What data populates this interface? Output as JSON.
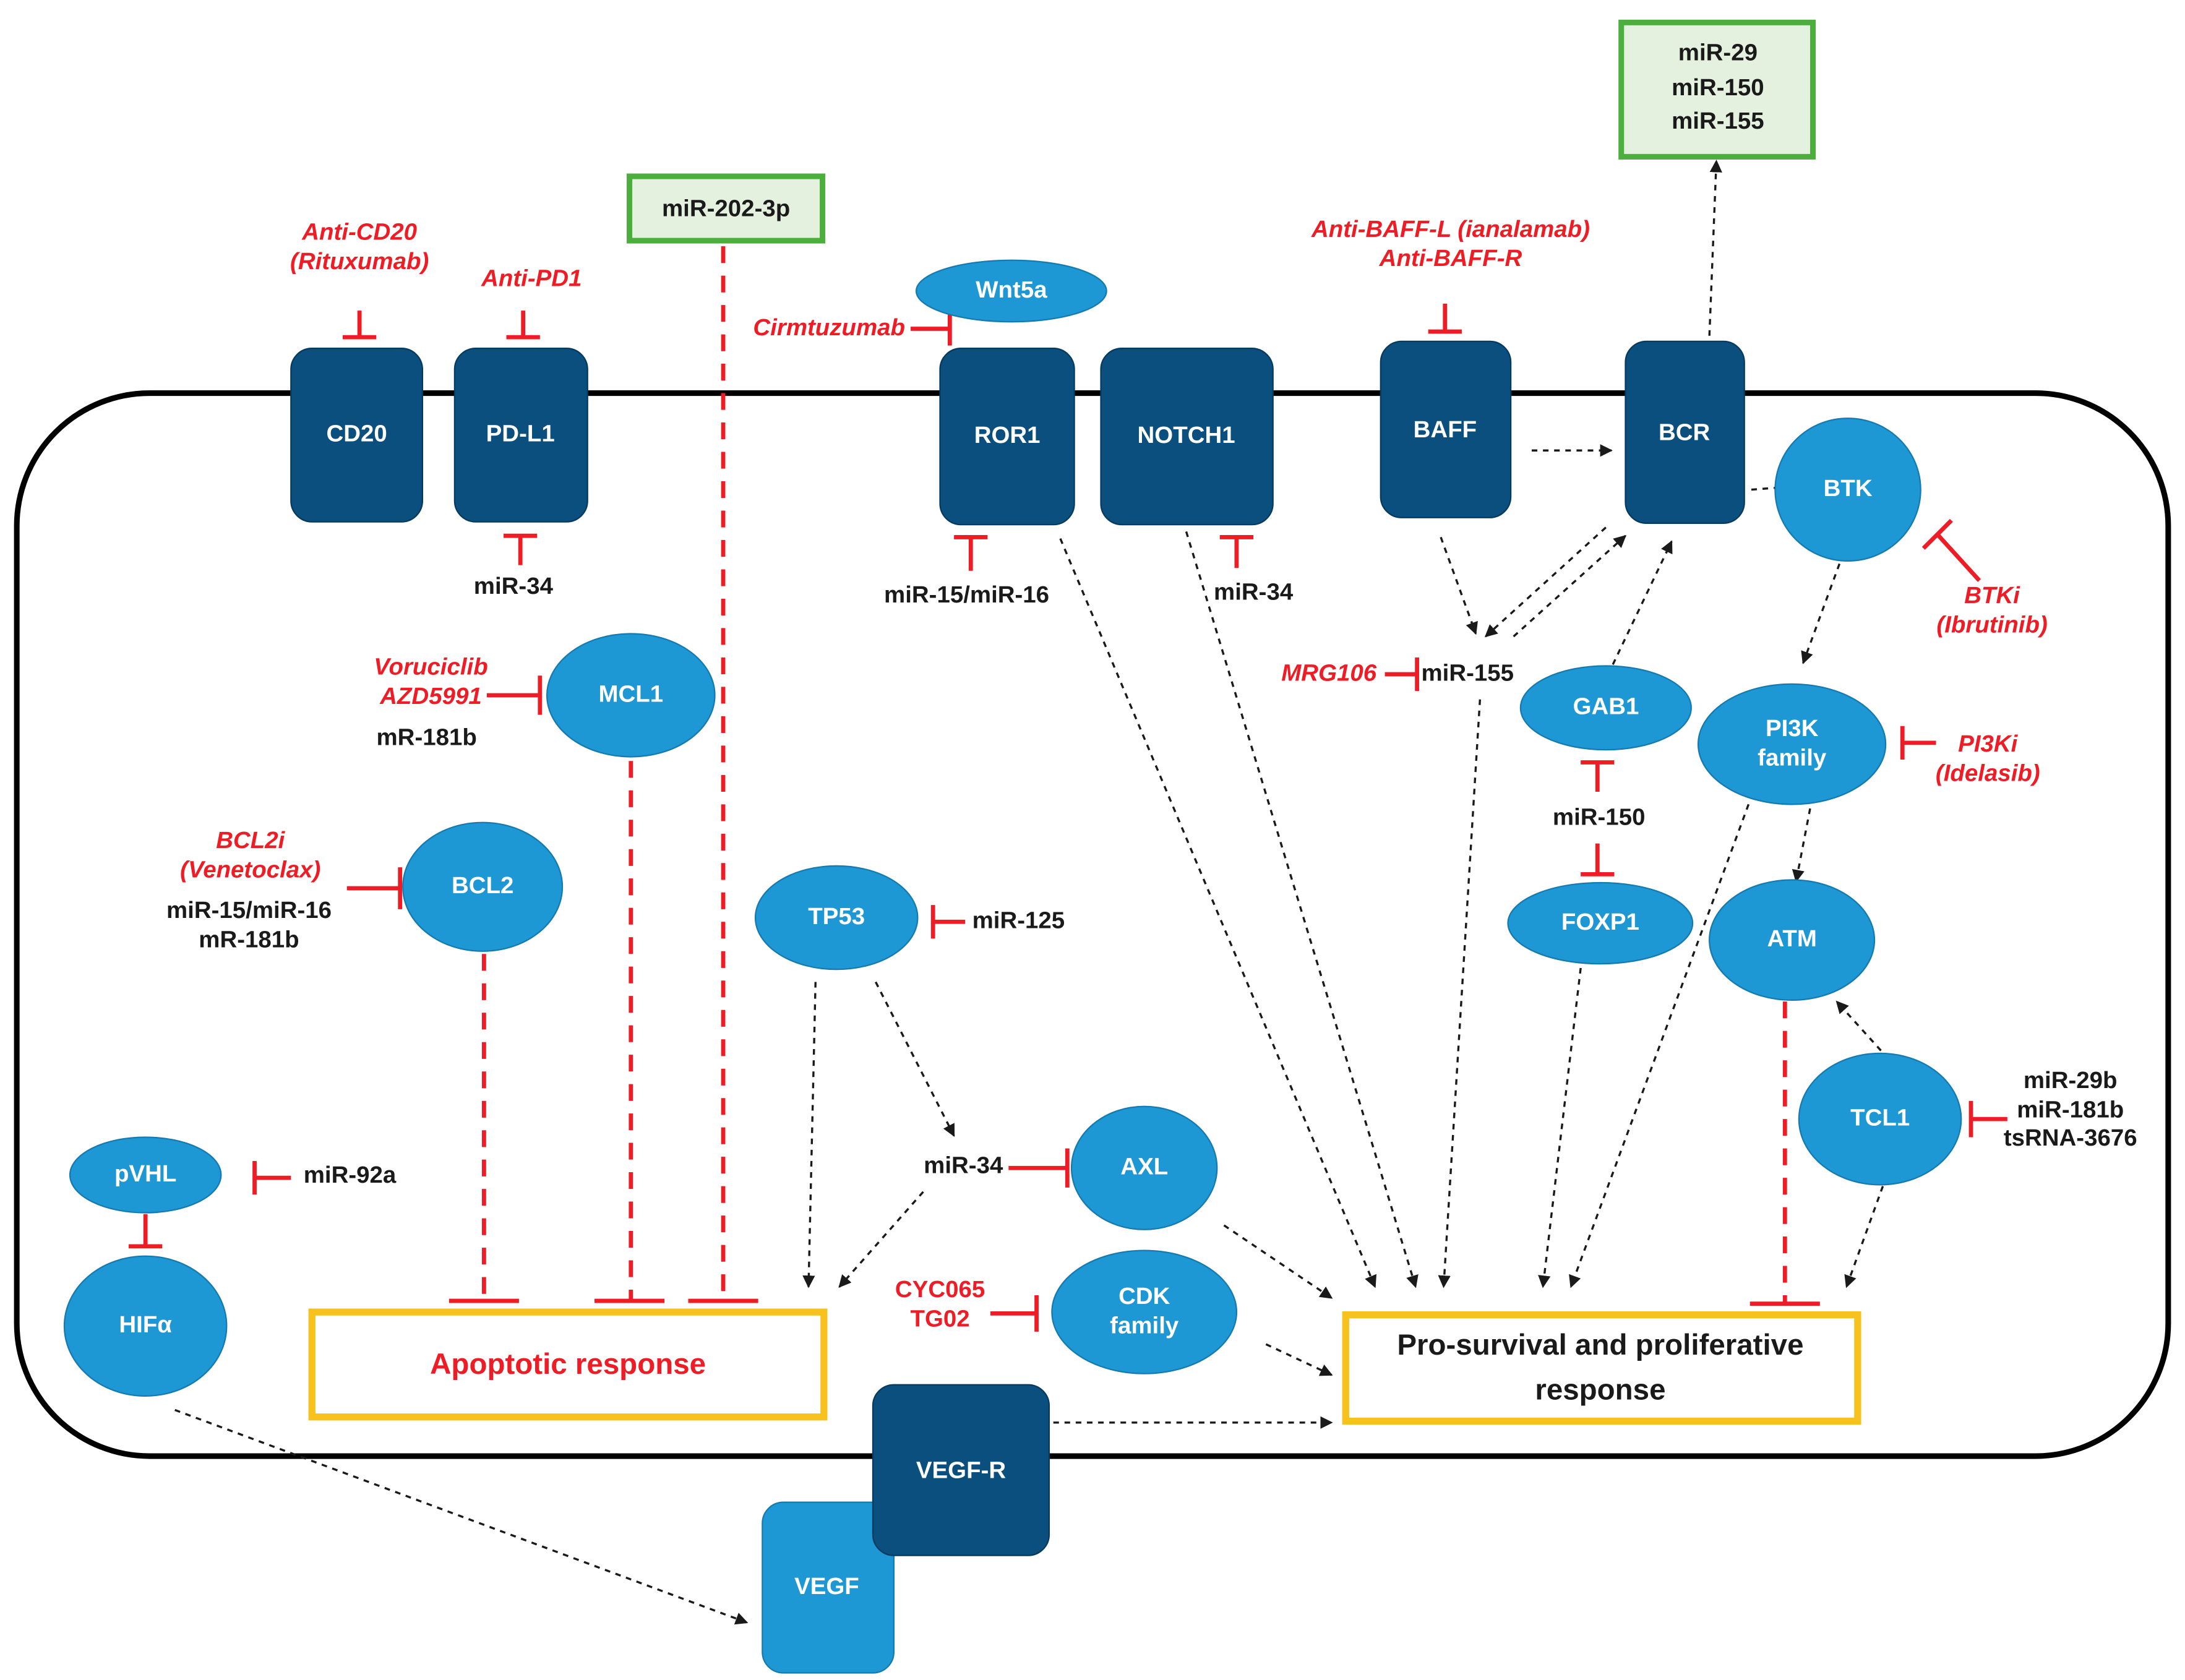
{
  "colors": {
    "dark_node": "#0a4f7e",
    "light_node": "#1e97d5",
    "inhibit_red": "#ee1c25",
    "mirna_box_border": "#4cae3c",
    "mirna_box_fill": "#e5f1df",
    "response_box_border": "#f7c21e",
    "cell_outline": "#000000"
  },
  "receptors": {
    "cd20": "CD20",
    "pdl1": "PD-L1",
    "ror1": "ROR1",
    "notch1": "NOTCH1",
    "baff": "BAFF",
    "bcr": "BCR",
    "vegfr": "VEGF-R",
    "vegf": "VEGF"
  },
  "nodes": {
    "wnt5a": "Wnt5a",
    "btk": "BTK",
    "mcl1": "MCL1",
    "gab1": "GAB1",
    "pi3k": [
      "PI3K",
      "family"
    ],
    "bcl2": "BCL2",
    "tp53": "TP53",
    "foxp1": "FOXP1",
    "atm": "ATM",
    "tcl1": "TCL1",
    "axl": "AXL",
    "pvhl": "pVHL",
    "hif": "HIFα",
    "cdk": [
      "CDK",
      "family"
    ]
  },
  "mirna_boxes": {
    "top_right": [
      "miR-29",
      "miR-150",
      "miR-155"
    ],
    "top_middle": "miR-202-3p"
  },
  "responses": {
    "apoptotic": "Apoptotic response",
    "prosurvival": [
      "Pro-survival and proliferative",
      "response"
    ]
  },
  "drugs": {
    "anti_cd20": [
      "Anti-CD20",
      "(Rituxumab)"
    ],
    "anti_pd1": "Anti-PD1",
    "cirmtuzumab": "Cirmtuzumab",
    "anti_baff": [
      "Anti-BAFF-L (ianalamab)",
      "Anti-BAFF-R"
    ],
    "btki": [
      "BTKi",
      "(Ibrutinib)"
    ],
    "mcl1_inhibitors": [
      "Voruciclib",
      "AZD5991"
    ],
    "mrg106": "MRG106",
    "pi3ki": [
      "PI3Ki",
      "(Idelasib)"
    ],
    "bcl2i": [
      "BCL2i",
      "(Venetoclax)"
    ],
    "cdk_inhibitors": [
      "CYC065",
      "TG02"
    ]
  },
  "mirna_labels": {
    "pdl1_mir34": "miR-34",
    "ror1_mir": "miR-15/miR-16",
    "notch1_mir34": "miR-34",
    "mcl1_mir": "mR-181b",
    "mir155": "miR-155",
    "mir150": "miR-150",
    "bcl2_mir": [
      "miR-15/miR-16",
      "mR-181b"
    ],
    "mir125": "miR-125",
    "tcl1_mir": [
      "miR-29b",
      "miR-181b",
      "tsRNA-3676"
    ],
    "axl_mir34": "miR-34",
    "mir92a": "miR-92a"
  }
}
